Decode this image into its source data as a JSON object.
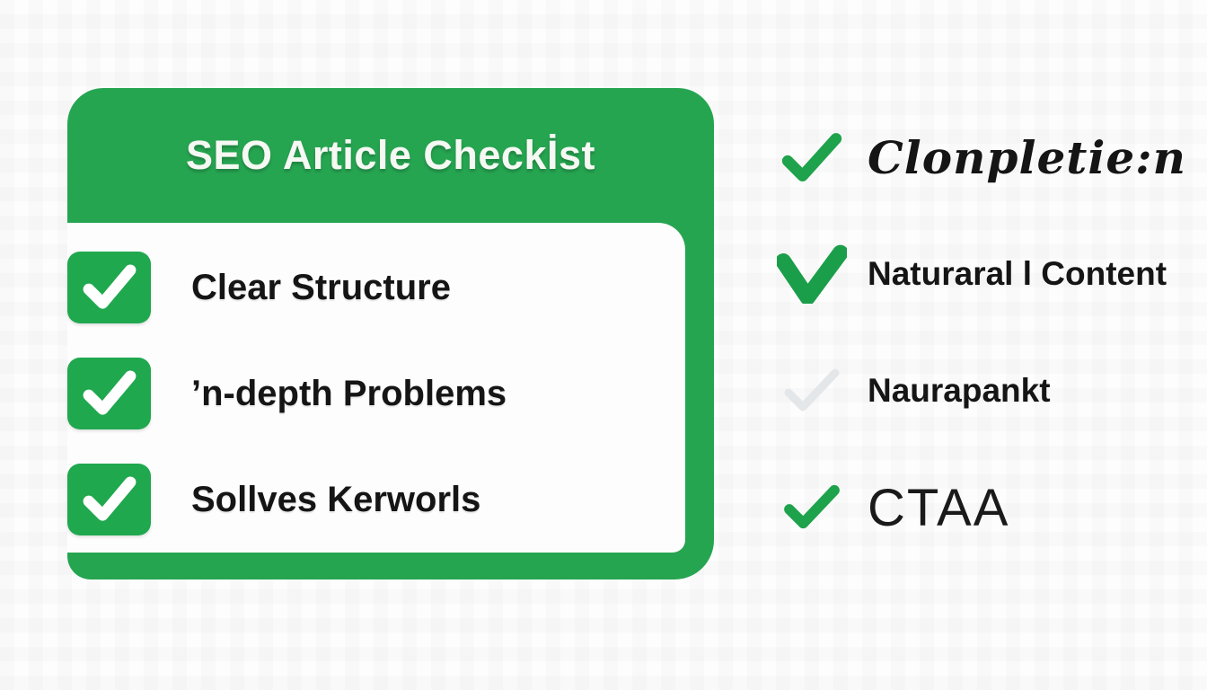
{
  "colors": {
    "green": "#26a551",
    "checkbox_green": "#1fa84e",
    "check_green": "#1ea24b",
    "check_green_bold": "#1b9e4a",
    "check_gray": "#e4e7e9",
    "ink": "#151515",
    "title_color": "#f6f8f3",
    "page_bg": "#fdfdfd"
  },
  "card": {
    "title": "SEO Article Checkİst",
    "items": [
      {
        "label": "Clear Structure",
        "checked": true,
        "icon": "checkbox-checked-icon"
      },
      {
        "label": "ʼn-depth Problems",
        "checked": true,
        "icon": "checkbox-checked-icon"
      },
      {
        "label": "Sollves Kerworls",
        "checked": true,
        "icon": "checkbox-checked-icon"
      }
    ]
  },
  "side_list": {
    "items": [
      {
        "label": "Clonpletie:n",
        "check": "green",
        "style": "script",
        "icon": "check-icon"
      },
      {
        "label": "Naturaral l Content",
        "check": "green-bold",
        "style": "rounded",
        "icon": "check-icon"
      },
      {
        "label": "Naurapankt",
        "check": "gray",
        "style": "rounded",
        "icon": "check-icon"
      },
      {
        "label": "CTAA",
        "check": "green",
        "style": "geometric",
        "icon": "check-icon"
      }
    ]
  }
}
